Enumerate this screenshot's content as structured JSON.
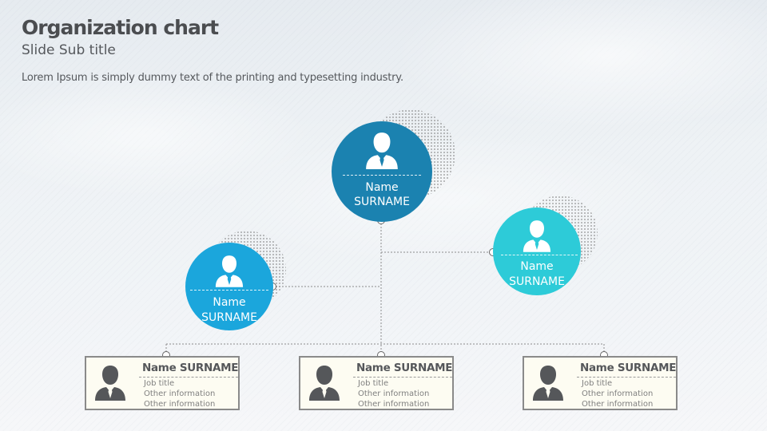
{
  "header": {
    "title": "Organization chart",
    "subtitle": "Slide Sub title",
    "description": "Lorem Ipsum is simply dummy text of the printing and typesetting industry."
  },
  "colors": {
    "top_node": "#1b82b0",
    "left_node": "#1ba6dc",
    "right_node": "#2dcbd8",
    "card_border": "#8a8a8a",
    "card_bg": "#fdfcf2",
    "avatar_dark": "#55575a"
  },
  "nodes": {
    "top": {
      "name": "Name",
      "surname": "SURNAME",
      "icon": "person-icon"
    },
    "left": {
      "name": "Name",
      "surname": "SURNAME",
      "icon": "person-icon"
    },
    "right": {
      "name": "Name",
      "surname": "SURNAME",
      "icon": "person-icon"
    }
  },
  "cards": [
    {
      "name": "Name SURNAME",
      "job": "Job title",
      "info1": "Other information",
      "info2": "Other information",
      "icon": "person-icon"
    },
    {
      "name": "Name SURNAME",
      "job": "Job title",
      "info1": "Other information",
      "info2": "Other information",
      "icon": "person-icon"
    },
    {
      "name": "Name SURNAME",
      "job": "Job title",
      "info1": "Other information",
      "info2": "Other information",
      "icon": "person-icon"
    }
  ]
}
